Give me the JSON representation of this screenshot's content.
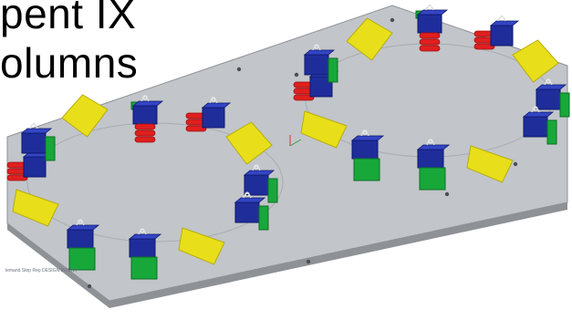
{
  "slide": {
    "title_line_1": "pent IX",
    "title_line_2": "olumns"
  },
  "cad_view": {
    "status_text": "lemand Step Rep DESIGN INTENT",
    "colors": {
      "plate_top": "#c2c5c9",
      "plate_edge": "#8e9196",
      "base_fill": "#1f2d9b",
      "base_edge": "#0d176b",
      "plate_green": "#18a83a",
      "plate_yellow": "#e8df1a",
      "plate_yellow_dark": "#b7ad0d",
      "cylinder_red": "#e01f1f",
      "cylinder_red_dark": "#9c1010",
      "background": "#ffffff"
    },
    "rings": [
      {
        "name": "left-ring",
        "module_count": 12
      },
      {
        "name": "right-ring",
        "module_count": 12
      }
    ]
  }
}
